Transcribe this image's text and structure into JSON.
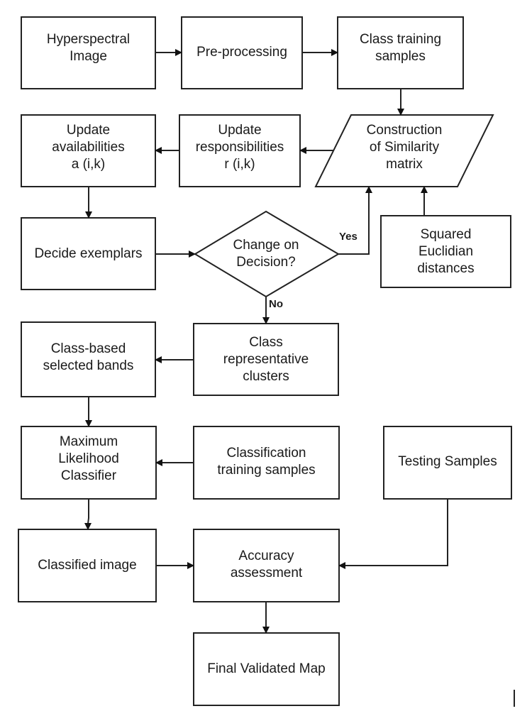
{
  "diagram": {
    "nodes": [
      {
        "id": "hyperspectral",
        "label": "Hyperspectral\nImage",
        "shape": "rect"
      },
      {
        "id": "preprocessing",
        "label": "Pre-processing",
        "shape": "rect"
      },
      {
        "id": "class-training",
        "label": "Class training\nsamples",
        "shape": "rect"
      },
      {
        "id": "update-avail",
        "label": "Update\navailabilities\na (i,k)",
        "shape": "rect"
      },
      {
        "id": "update-resp",
        "label": "Update\nresponsibilities\nr (i,k)",
        "shape": "rect"
      },
      {
        "id": "similarity",
        "label": "Construction\nof Similarity\nmatrix",
        "shape": "parallelogram"
      },
      {
        "id": "decide",
        "label": "Decide exemplars",
        "shape": "rect"
      },
      {
        "id": "change",
        "label": "Change on\nDecision?",
        "shape": "diamond"
      },
      {
        "id": "squared",
        "label": "Squared\nEuclidian\ndistances",
        "shape": "rect"
      },
      {
        "id": "class-based",
        "label": "Class-based\nselected bands",
        "shape": "rect"
      },
      {
        "id": "class-rep",
        "label": "Class\nrepresentative\nclusters",
        "shape": "rect"
      },
      {
        "id": "mlc",
        "label": "Maximum\nLikelihood\nClassifier",
        "shape": "rect"
      },
      {
        "id": "classif-training",
        "label": "Classification\ntraining samples",
        "shape": "rect"
      },
      {
        "id": "testing",
        "label": "Testing Samples",
        "shape": "rect"
      },
      {
        "id": "classified",
        "label": "Classified image",
        "shape": "rect"
      },
      {
        "id": "accuracy",
        "label": "Accuracy\nassessment",
        "shape": "rect"
      },
      {
        "id": "final",
        "label": "Final Validated Map",
        "shape": "rect"
      }
    ],
    "edges": [
      {
        "from": "hyperspectral",
        "to": "preprocessing"
      },
      {
        "from": "preprocessing",
        "to": "class-training"
      },
      {
        "from": "class-training",
        "to": "similarity"
      },
      {
        "from": "similarity",
        "to": "update-resp"
      },
      {
        "from": "update-resp",
        "to": "update-avail"
      },
      {
        "from": "update-avail",
        "to": "decide"
      },
      {
        "from": "decide",
        "to": "change"
      },
      {
        "from": "change",
        "to": "similarity",
        "label": "Yes"
      },
      {
        "from": "squared",
        "to": "similarity"
      },
      {
        "from": "change",
        "to": "class-rep",
        "label": "No"
      },
      {
        "from": "class-rep",
        "to": "class-based"
      },
      {
        "from": "class-based",
        "to": "mlc"
      },
      {
        "from": "classif-training",
        "to": "mlc"
      },
      {
        "from": "mlc",
        "to": "classified"
      },
      {
        "from": "classified",
        "to": "accuracy"
      },
      {
        "from": "testing",
        "to": "accuracy"
      },
      {
        "from": "accuracy",
        "to": "final"
      }
    ],
    "edge_labels": {
      "yes": "Yes",
      "no": "No"
    }
  }
}
